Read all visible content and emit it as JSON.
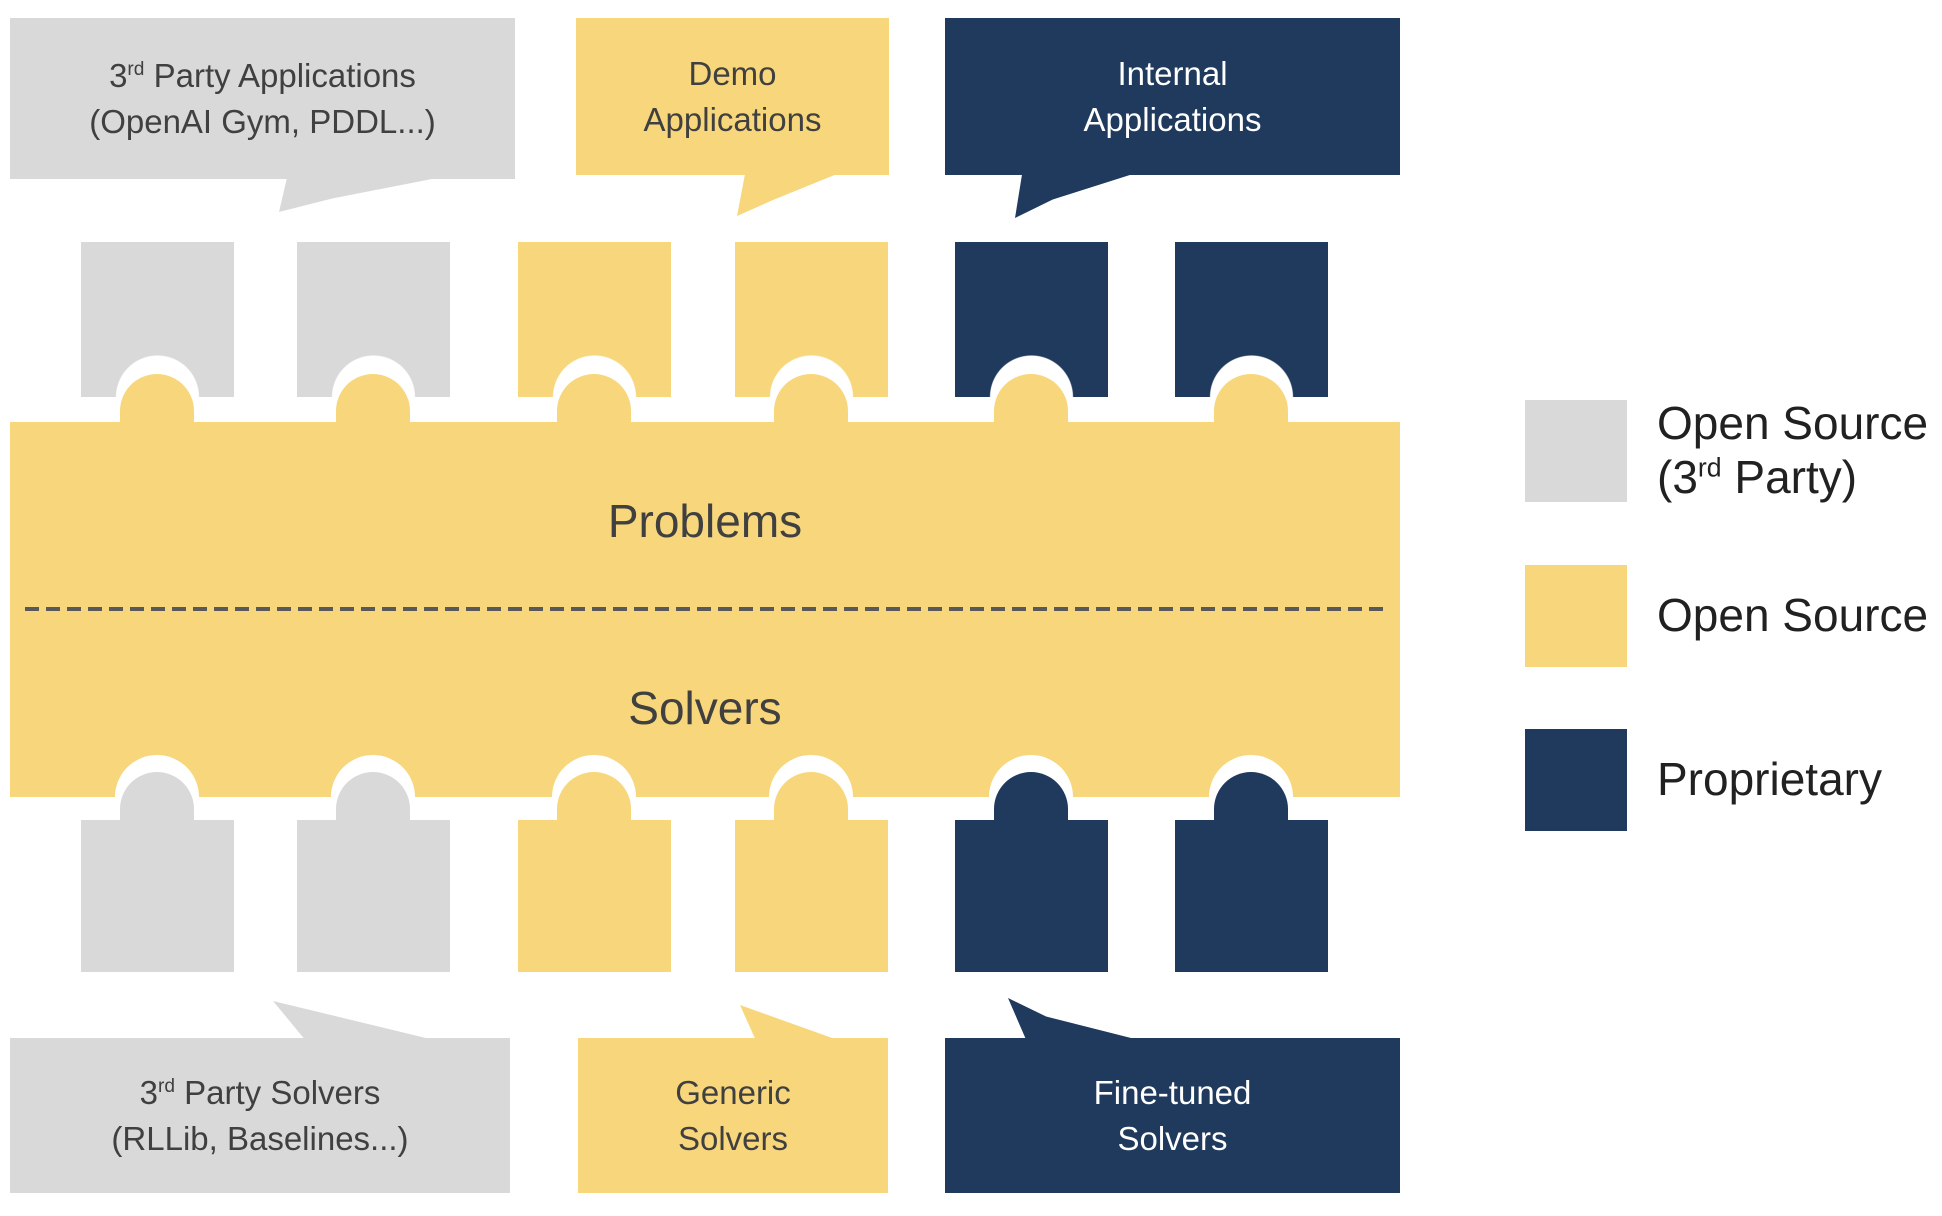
{
  "colors": {
    "gray": "#D9D9D9",
    "yellow": "#F8D77C",
    "navy": "#1F3A5C",
    "text_dark": "#404040",
    "legend_text": "#212121",
    "dash": "#595959"
  },
  "band": {
    "problems_label": "Problems",
    "solvers_label": "Solvers"
  },
  "bubbles": {
    "third_party_applications": {
      "line1_prefix": "3",
      "line1_sup": "rd",
      "line1_rest": " Party Applications",
      "line2": "(OpenAI Gym, PDDL...)"
    },
    "demo_applications": {
      "line1": "Demo",
      "line2": "Applications"
    },
    "internal_applications": {
      "line1": "Internal",
      "line2": "Applications"
    },
    "third_party_solvers": {
      "line1_prefix": "3",
      "line1_sup": "rd",
      "line1_rest": " Party Solvers",
      "line2": "(RLLib, Baselines...)"
    },
    "generic_solvers": {
      "line1": "Generic",
      "line2": "Solvers"
    },
    "fine_tuned_solvers": {
      "line1": "Fine-tuned",
      "line2": "Solvers"
    }
  },
  "legend": {
    "items": [
      {
        "line1": "Open Source",
        "line2_prefix": "(3",
        "line2_sup": "rd",
        "line2_suffix": " Party)",
        "category": "open-source-third-party",
        "swatch_color": "#D9D9D9"
      },
      {
        "line1": "Open Source",
        "category": "open-source",
        "swatch_color": "#F8D77C"
      },
      {
        "line1": "Proprietary",
        "category": "proprietary",
        "swatch_color": "#1F3A5C"
      }
    ]
  },
  "pieces": {
    "top_row_categories": [
      "open-source-third-party",
      "open-source-third-party",
      "open-source",
      "open-source",
      "proprietary",
      "proprietary"
    ],
    "bottom_row_categories": [
      "open-source-third-party",
      "open-source-third-party",
      "open-source",
      "open-source",
      "proprietary",
      "proprietary"
    ]
  }
}
